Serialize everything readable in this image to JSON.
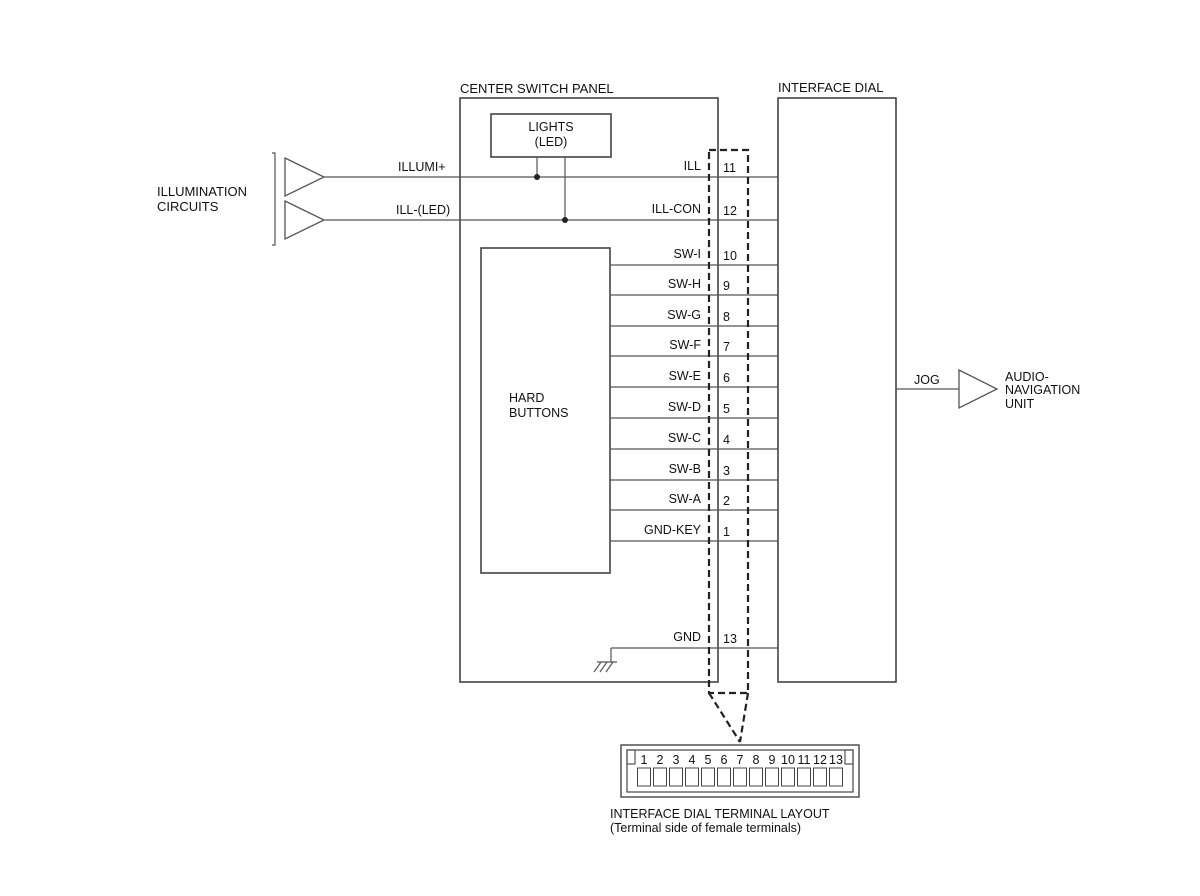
{
  "center_panel": {
    "title": "CENTER SWITCH PANEL",
    "lights_line1": "LIGHTS",
    "lights_line2": "(LED)",
    "hard_buttons_line1": "HARD",
    "hard_buttons_line2": "BUTTONS"
  },
  "interface_dial": {
    "title": "INTERFACE DIAL"
  },
  "illumination": {
    "line1": "ILLUMINATION",
    "line2": "CIRCUITS",
    "wire_pos": "ILLUMI+",
    "wire_neg": "ILL-(LED)"
  },
  "signals": [
    {
      "name": "ILL",
      "pin": "11"
    },
    {
      "name": "ILL-CON",
      "pin": "12"
    },
    {
      "name": "SW-I",
      "pin": "10"
    },
    {
      "name": "SW-H",
      "pin": "9"
    },
    {
      "name": "SW-G",
      "pin": "8"
    },
    {
      "name": "SW-F",
      "pin": "7"
    },
    {
      "name": "SW-E",
      "pin": "6"
    },
    {
      "name": "SW-D",
      "pin": "5"
    },
    {
      "name": "SW-C",
      "pin": "4"
    },
    {
      "name": "SW-B",
      "pin": "3"
    },
    {
      "name": "SW-A",
      "pin": "2"
    },
    {
      "name": "GND-KEY",
      "pin": "1"
    },
    {
      "name": "GND",
      "pin": "13"
    }
  ],
  "output": {
    "wire": "JOG",
    "line1": "AUDIO-",
    "line2": "NAVIGATION",
    "line3": "UNIT"
  },
  "connector": {
    "pins": [
      "1",
      "2",
      "3",
      "4",
      "5",
      "6",
      "7",
      "8",
      "9",
      "10",
      "11",
      "12",
      "13"
    ],
    "caption1": "INTERFACE DIAL TERMINAL LAYOUT",
    "caption2": "(Terminal side of female terminals)"
  }
}
